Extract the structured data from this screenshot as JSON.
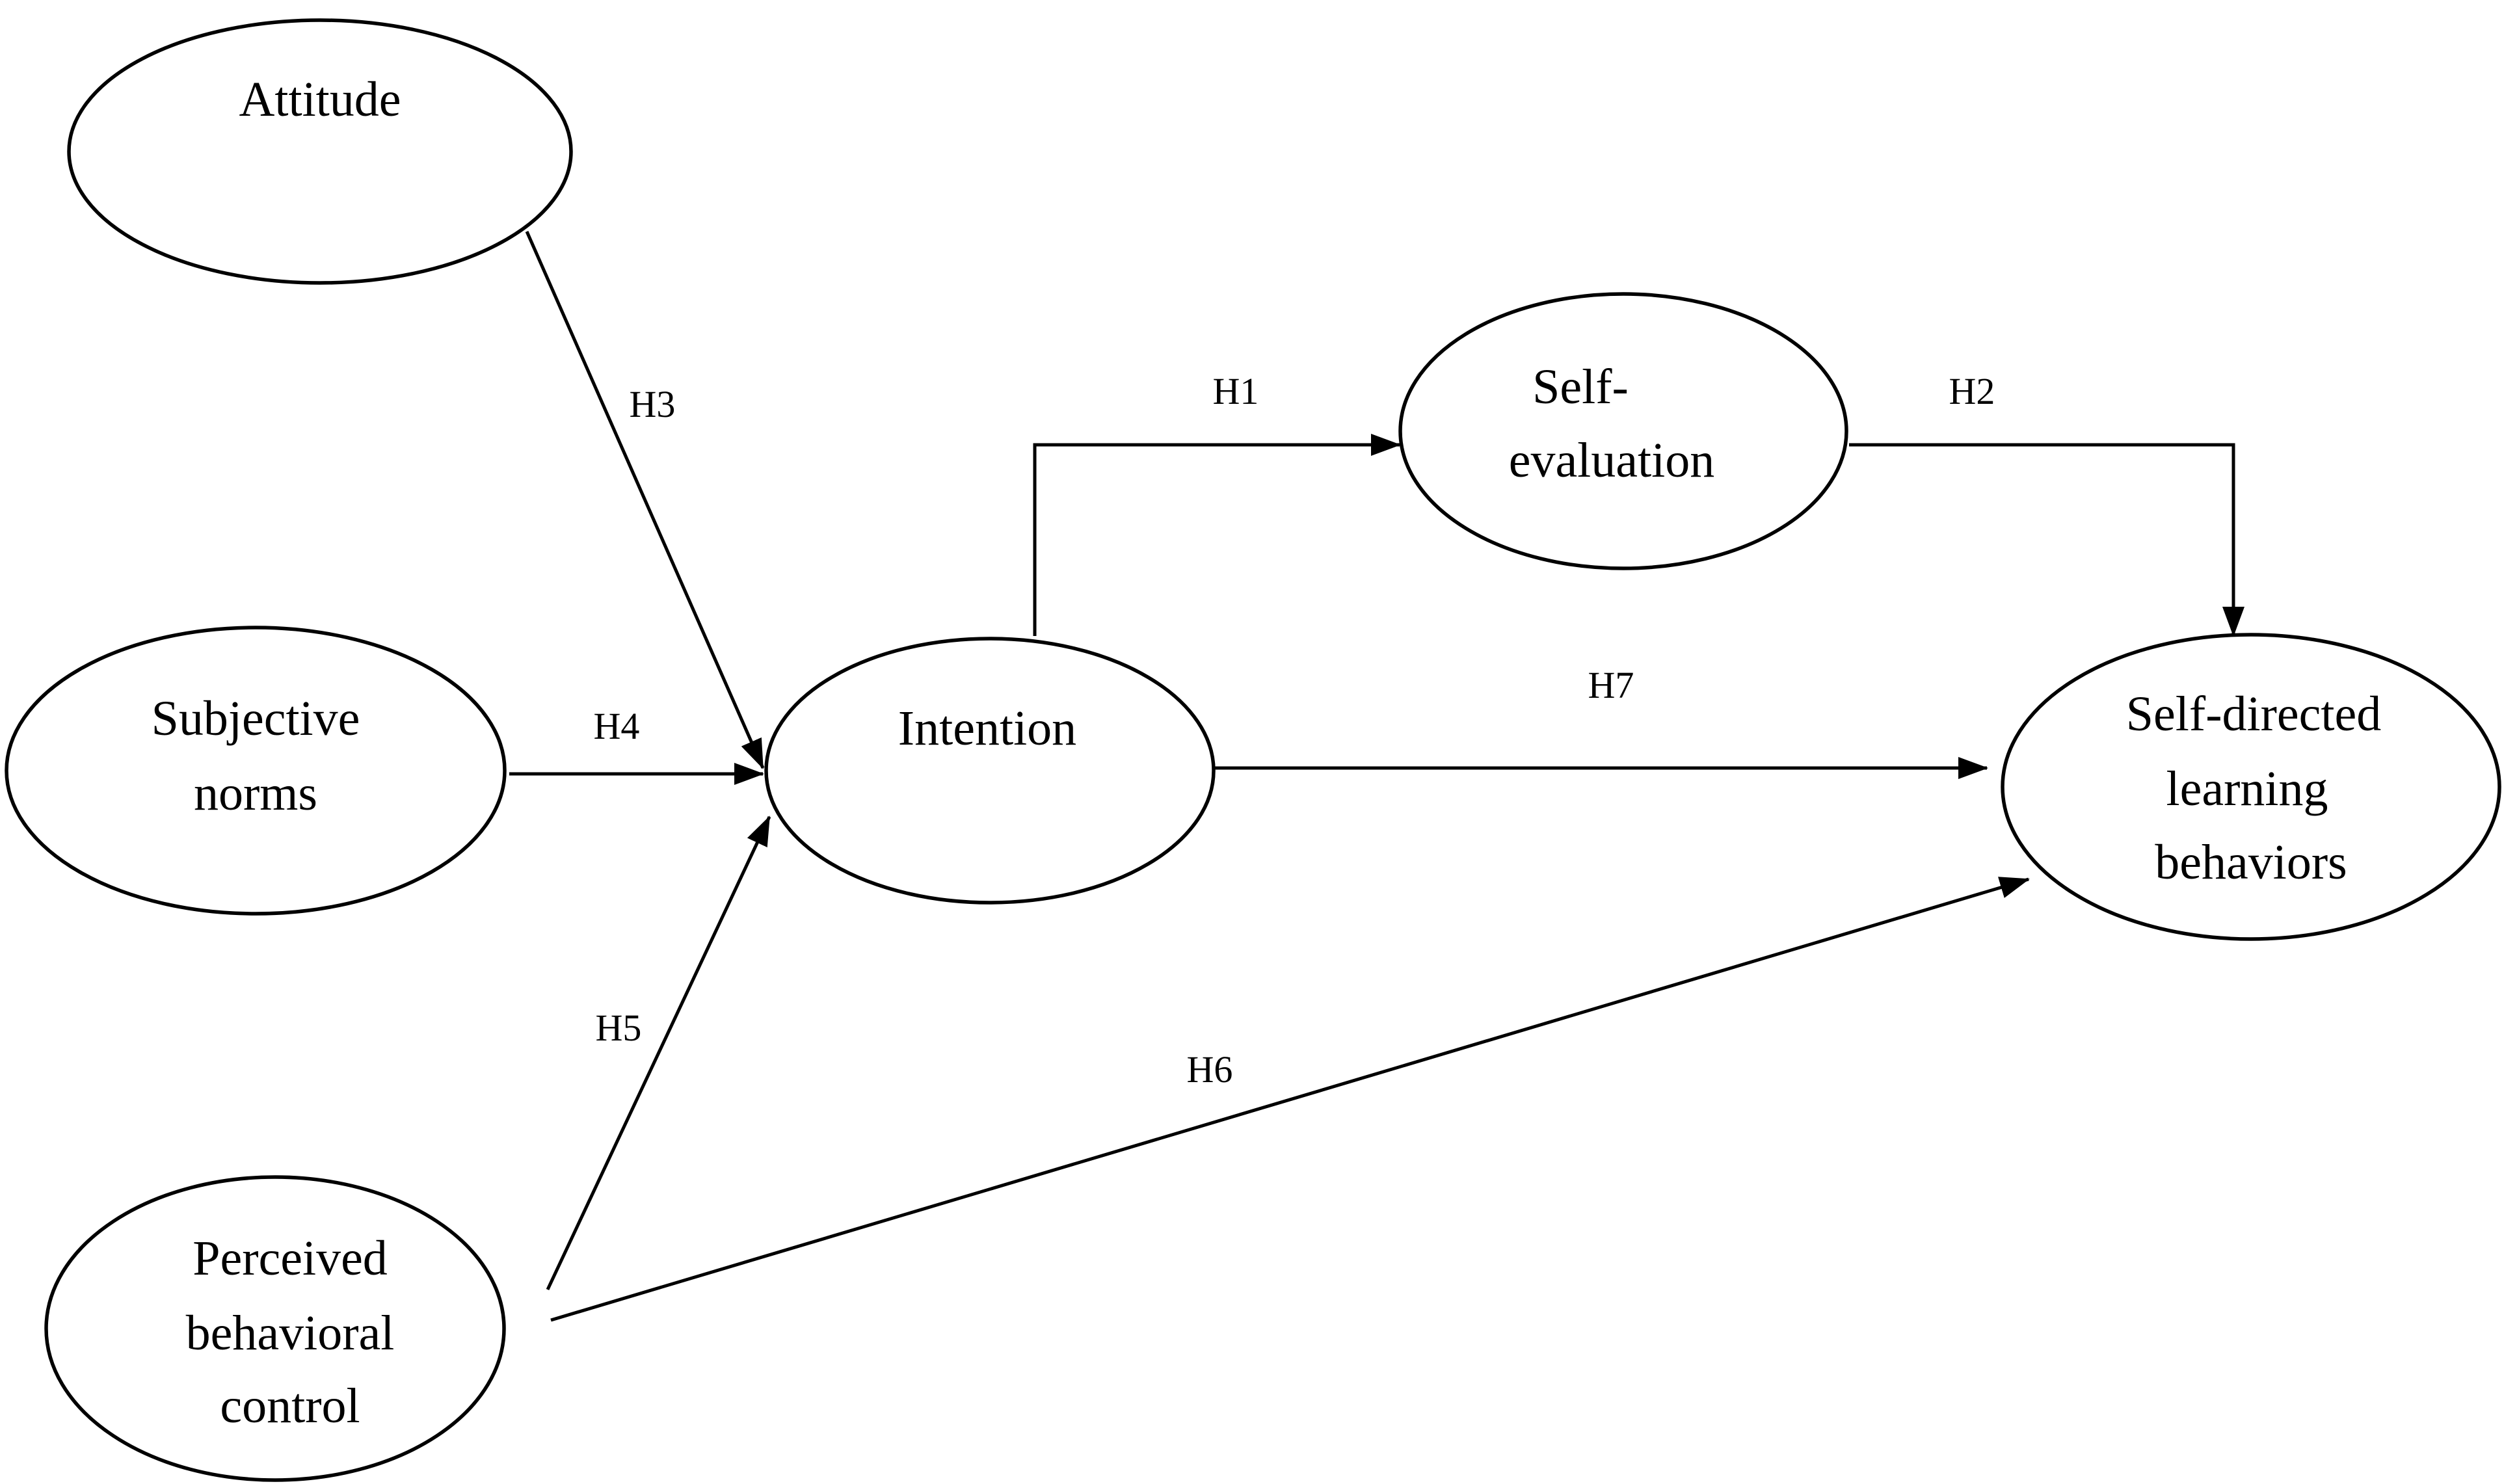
{
  "nodes": {
    "attitude": {
      "lines": [
        "Attitude"
      ]
    },
    "subjective_norms": {
      "lines": [
        "Subjective",
        "norms"
      ]
    },
    "perceived_behavioral_control": {
      "lines": [
        "Perceived",
        "behavioral",
        "control"
      ]
    },
    "intention": {
      "lines": [
        "Intention"
      ]
    },
    "self_evaluation": {
      "lines": [
        "Self-",
        "evaluation"
      ]
    },
    "self_directed_learning_behaviors": {
      "lines": [
        "Self-directed",
        "learning",
        "behaviors"
      ]
    }
  },
  "edges": {
    "h1": {
      "label": "H1",
      "from": "Intention",
      "to": "Self-evaluation"
    },
    "h2": {
      "label": "H2",
      "from": "Self-evaluation",
      "to": "Self-directed learning behaviors"
    },
    "h3": {
      "label": "H3",
      "from": "Attitude",
      "to": "Intention"
    },
    "h4": {
      "label": "H4",
      "from": "Subjective norms",
      "to": "Intention"
    },
    "h5": {
      "label": "H5",
      "from": "Perceived behavioral control",
      "to": "Intention"
    },
    "h6": {
      "label": "H6",
      "from": "Perceived behavioral control",
      "to": "Self-directed learning behaviors"
    },
    "h7": {
      "label": "H7",
      "from": "Intention",
      "to": "Self-directed learning behaviors"
    }
  }
}
